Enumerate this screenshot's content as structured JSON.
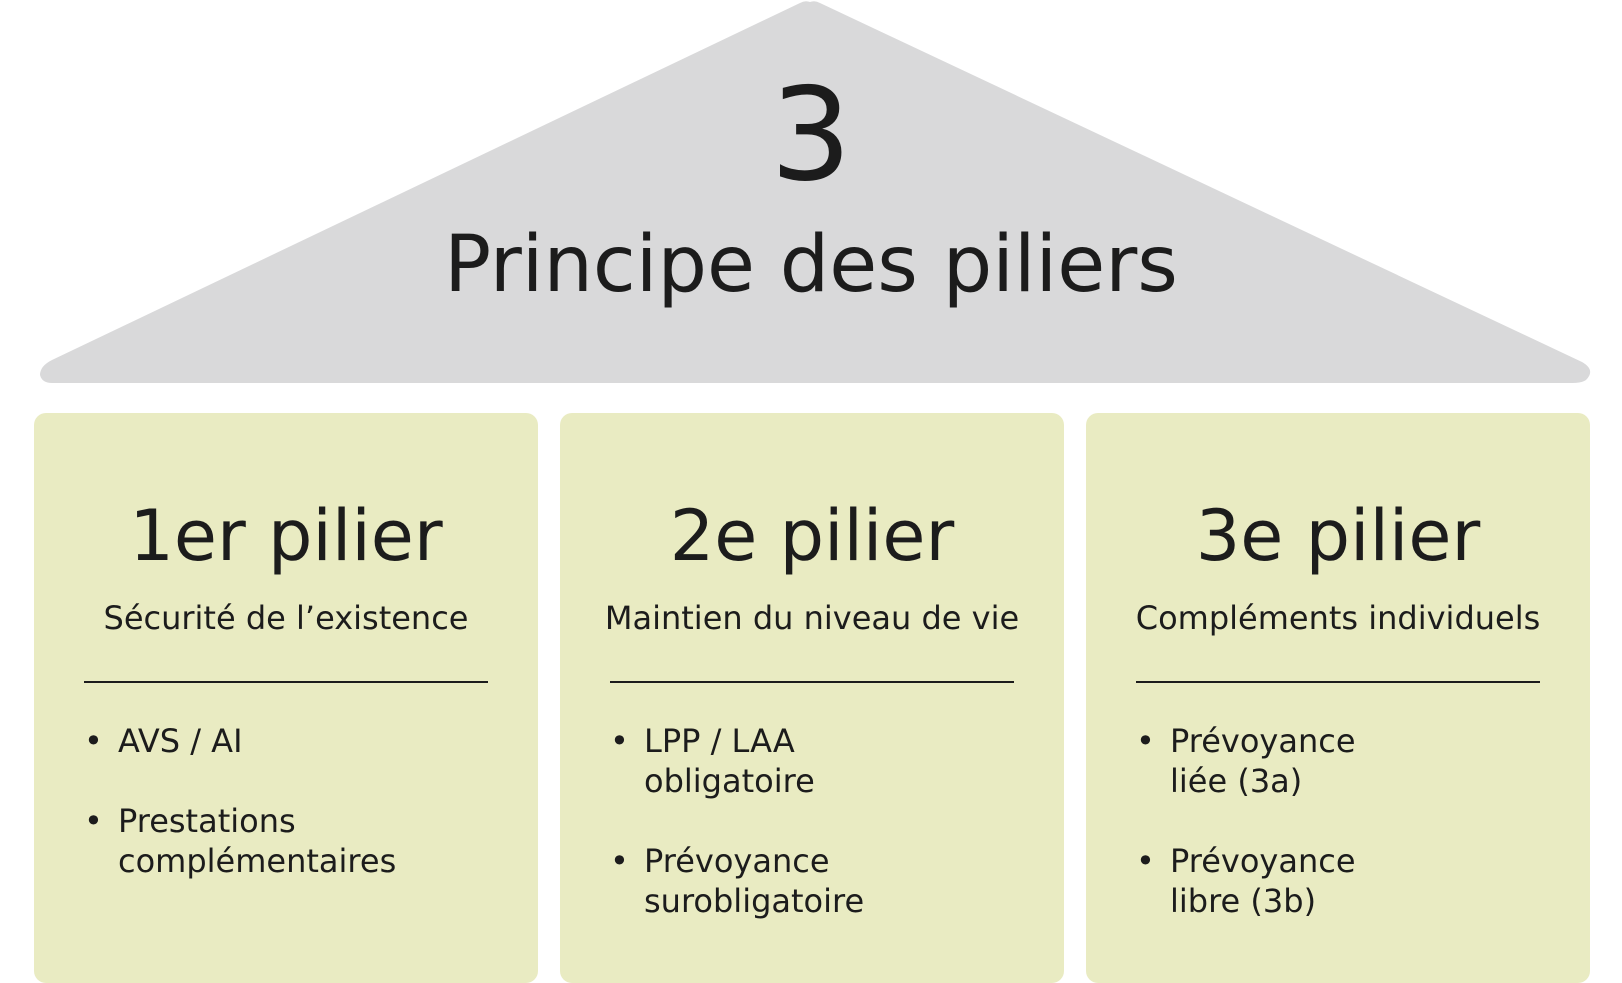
{
  "roof": {
    "number": "3",
    "title": "Principe des piliers",
    "fill_color": "#d9d9da"
  },
  "pillar_color": "#e9ebc2",
  "pillars": [
    {
      "title": "1er pilier",
      "subtitle": "Sécurité de l’existence",
      "items": [
        "AVS / AI",
        "Prestations complémentaires"
      ]
    },
    {
      "title": "2e pilier",
      "subtitle": "Maintien du niveau de vie",
      "items": [
        "LPP / LAA obligatoire",
        "Prévoyance surobligatoire"
      ]
    },
    {
      "title": "3e pilier",
      "subtitle": "Compléments individuels",
      "items": [
        "Prévoyance liée (3a)",
        "Prévoyance libre (3b)"
      ]
    }
  ],
  "bullet": "•"
}
